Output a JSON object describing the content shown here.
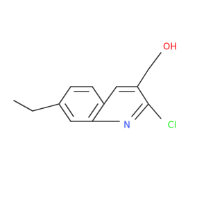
{
  "molecule": {
    "atoms": {
      "hydroxyl": {
        "label": "OH",
        "color": "#ff0d0d"
      },
      "nitrogen": {
        "label": "N",
        "color": "#3050f8"
      },
      "chlorine": {
        "label": "Cl",
        "color": "#1ff01f"
      }
    },
    "bond_color": "#3a3a3a"
  }
}
